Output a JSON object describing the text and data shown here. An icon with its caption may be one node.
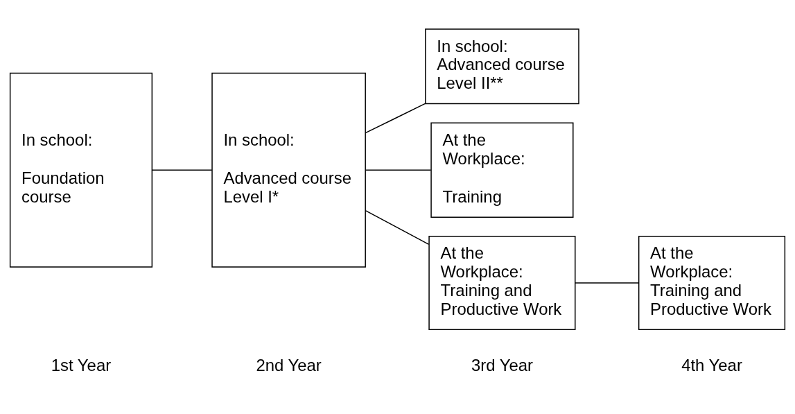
{
  "diagram": {
    "nodes": [
      {
        "text": [
          "In school:",
          "Foundation course"
        ]
      },
      {
        "text": [
          "In school:",
          "Advanced course Level I*"
        ]
      },
      {
        "text": [
          "In school: Advanced course Level II**"
        ]
      },
      {
        "text": [
          "At the Workplace:",
          "Training"
        ]
      },
      {
        "text": [
          "At the Workplace: Training and Productive Work"
        ]
      },
      {
        "text": [
          "At the Workplace: Training and Productive Work"
        ]
      }
    ],
    "edges": [
      {
        "from": 0,
        "to": 1,
        "arrow": "none"
      },
      {
        "from": 1,
        "to": 2,
        "arrow": "none"
      },
      {
        "from": 1,
        "to": 3,
        "arrow": "none"
      },
      {
        "from": 1,
        "to": 4,
        "arrow": "none"
      },
      {
        "from": 4,
        "to": 5,
        "arrow": "none"
      }
    ],
    "labels": [
      "1st Year",
      "2nd Year",
      "3rd Year",
      "4th Year"
    ]
  }
}
